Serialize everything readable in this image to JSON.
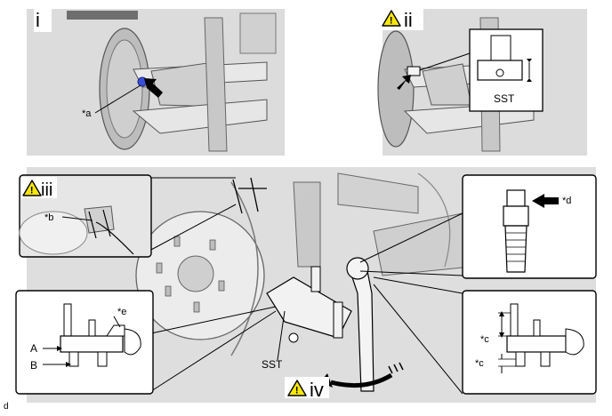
{
  "steps": [
    {
      "numeral": "i",
      "warning": false
    },
    {
      "numeral": "ii",
      "warning": true
    },
    {
      "numeral": "iii",
      "warning": true
    },
    {
      "numeral": "iv",
      "warning": true
    }
  ],
  "callouts": {
    "a": "*a",
    "b": "*b",
    "c": "*c",
    "d": "*d",
    "e": "*e"
  },
  "labels": {
    "sst": "SST",
    "point_a": "A",
    "point_b": "B"
  },
  "footer_code": "d",
  "warning_symbol": "!",
  "colors": {
    "warning_fill": "#f5e60a",
    "highlight_blue": "#3a4fd8",
    "line": "#000000",
    "photo_grey": "#d9d9d9"
  }
}
